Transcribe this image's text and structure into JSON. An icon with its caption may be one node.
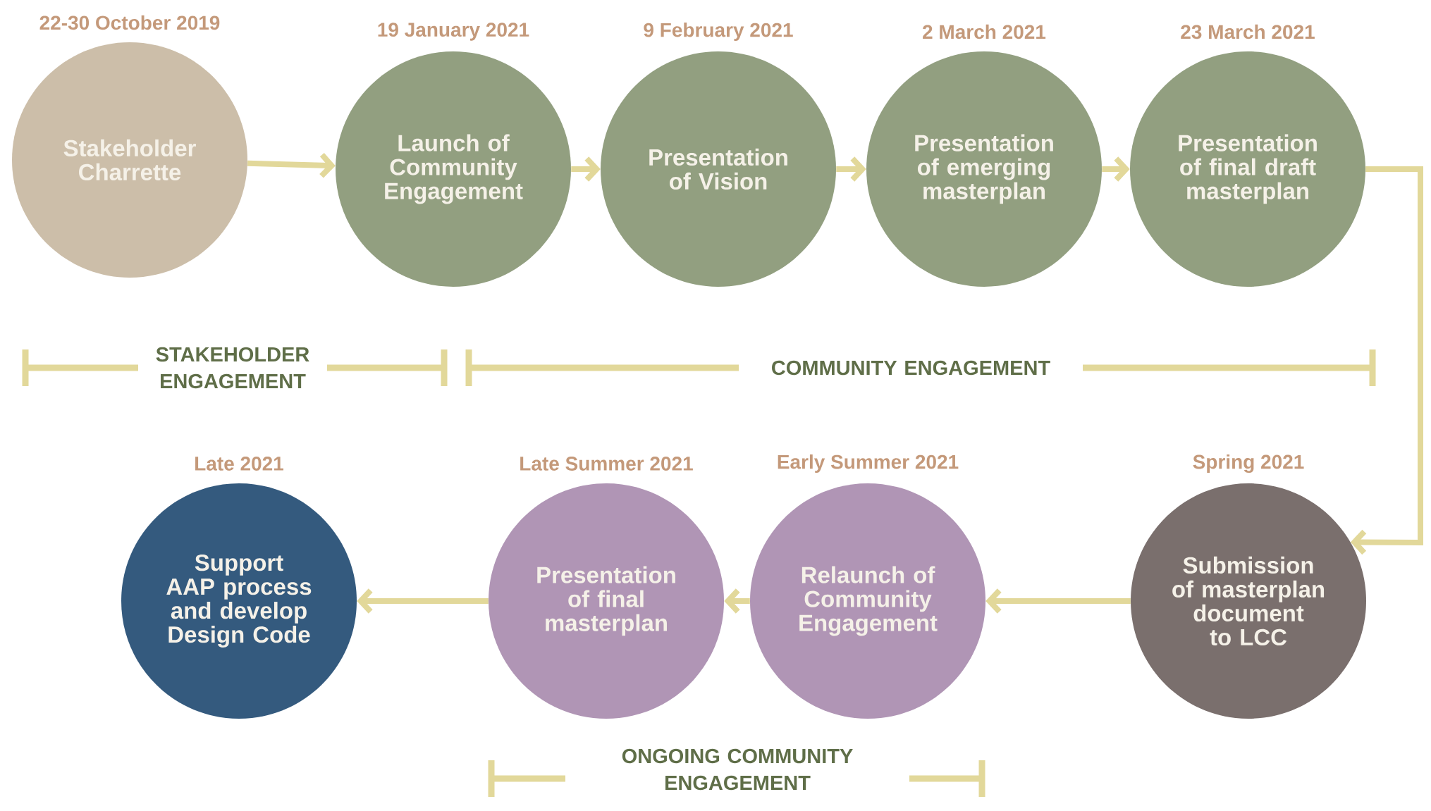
{
  "diagram": {
    "nodes": [
      {
        "text": [
          "Stakeholder Charrette"
        ],
        "beside": [
          "22-30 October 2019"
        ]
      },
      {
        "text": [
          "Launch of Community Engagement"
        ],
        "beside": [
          "19 January 2021"
        ]
      },
      {
        "text": [
          "Presentation of Vision"
        ],
        "beside": [
          "9 February 2021"
        ]
      },
      {
        "text": [
          "Presentation of emerging masterplan"
        ],
        "beside": [
          "2 March 2021"
        ]
      },
      {
        "text": [
          "Presentation of final draft masterplan"
        ],
        "beside": [
          "23 March 2021"
        ]
      },
      {
        "text": [
          "Submission of masterplan document to LCC"
        ],
        "beside": [
          "Spring 2021"
        ]
      },
      {
        "text": [
          "Relaunch of Community Engagement"
        ],
        "beside": [
          "Early Summer 2021"
        ]
      },
      {
        "text": [
          "Presentation of final masterplan"
        ],
        "beside": [
          "Late Summer 2021"
        ]
      },
      {
        "text": [
          "Support AAP process and develop Design Code"
        ],
        "beside": [
          "Late 2021"
        ]
      }
    ],
    "edges": [
      {
        "from": 0,
        "to": 1,
        "arrow": "to"
      },
      {
        "from": 1,
        "to": 2,
        "arrow": "to"
      },
      {
        "from": 2,
        "to": 3,
        "arrow": "to"
      },
      {
        "from": 3,
        "to": 4,
        "arrow": "to"
      },
      {
        "from": 4,
        "to": 5,
        "arrow": "to"
      },
      {
        "from": 5,
        "to": 6,
        "arrow": "to"
      },
      {
        "from": 6,
        "to": 7,
        "arrow": "to"
      },
      {
        "from": 7,
        "to": 8,
        "arrow": "to"
      }
    ],
    "labels": [
      "STAKEHOLDER ENGAGEMENT",
      "COMMUNITY ENGAGEMENT",
      "ONGOING COMMUNITY ENGAGEMENT"
    ]
  }
}
